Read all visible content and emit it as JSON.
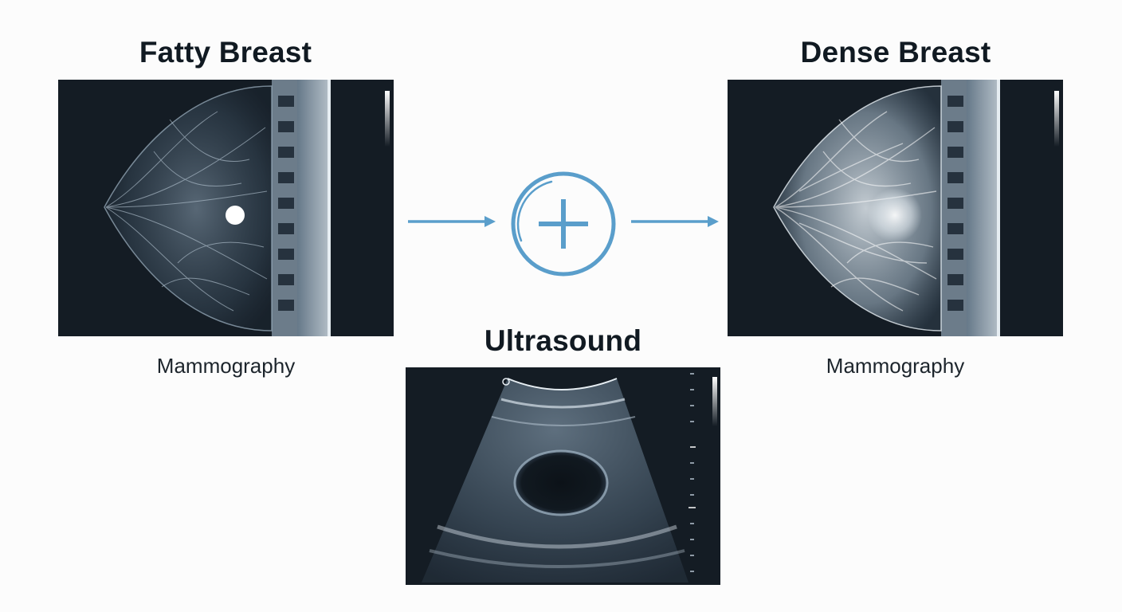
{
  "left": {
    "title": "Fatty Breast",
    "caption": "Mammography"
  },
  "right": {
    "title": "Dense Breast",
    "caption": "Mammography"
  },
  "center": {
    "title": "Ultrasound",
    "symbol": "plus-icon"
  },
  "colors": {
    "accent": "#5a9ecb",
    "panel_bg": "#141c24",
    "text": "#111a22"
  }
}
